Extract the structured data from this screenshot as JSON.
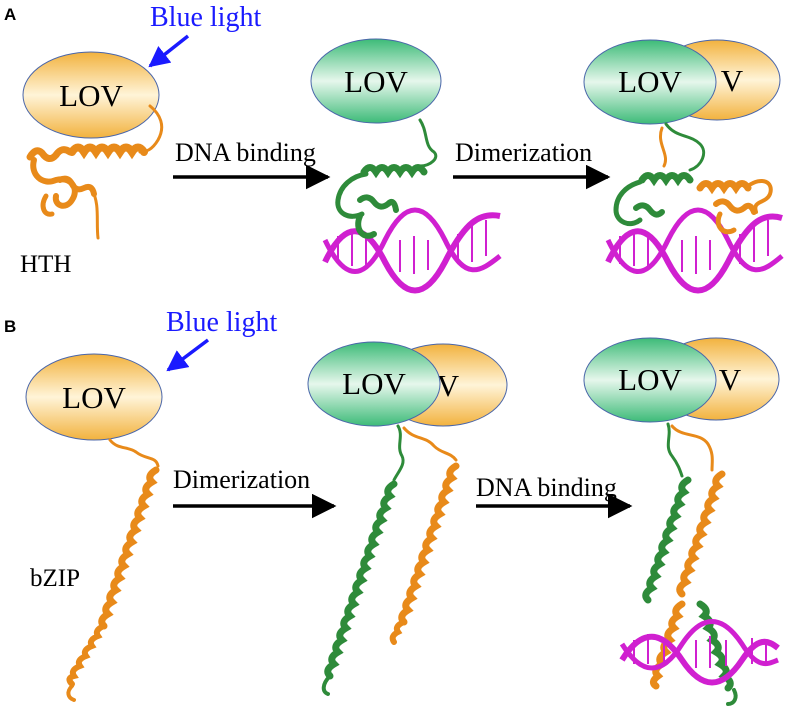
{
  "panels": {
    "a": {
      "label": "A",
      "stimulus": "Blue light",
      "domain": "HTH",
      "step1": "DNA binding",
      "step2": "Dimerization"
    },
    "b": {
      "label": "B",
      "stimulus": "Blue light",
      "domain": "bZIP",
      "step1": "Dimerization",
      "step2": "DNA binding"
    }
  },
  "lov": {
    "label": "LOV",
    "partner_label": "V"
  },
  "colors": {
    "lov_dark": "#f2b23e",
    "lov_lit": "#3dbb78",
    "protein_dark": "#e88a1a",
    "protein_lit": "#2e8b3a",
    "dna": "#d020d0",
    "light_arrow": "#1a1aff",
    "arrow": "#000000"
  }
}
